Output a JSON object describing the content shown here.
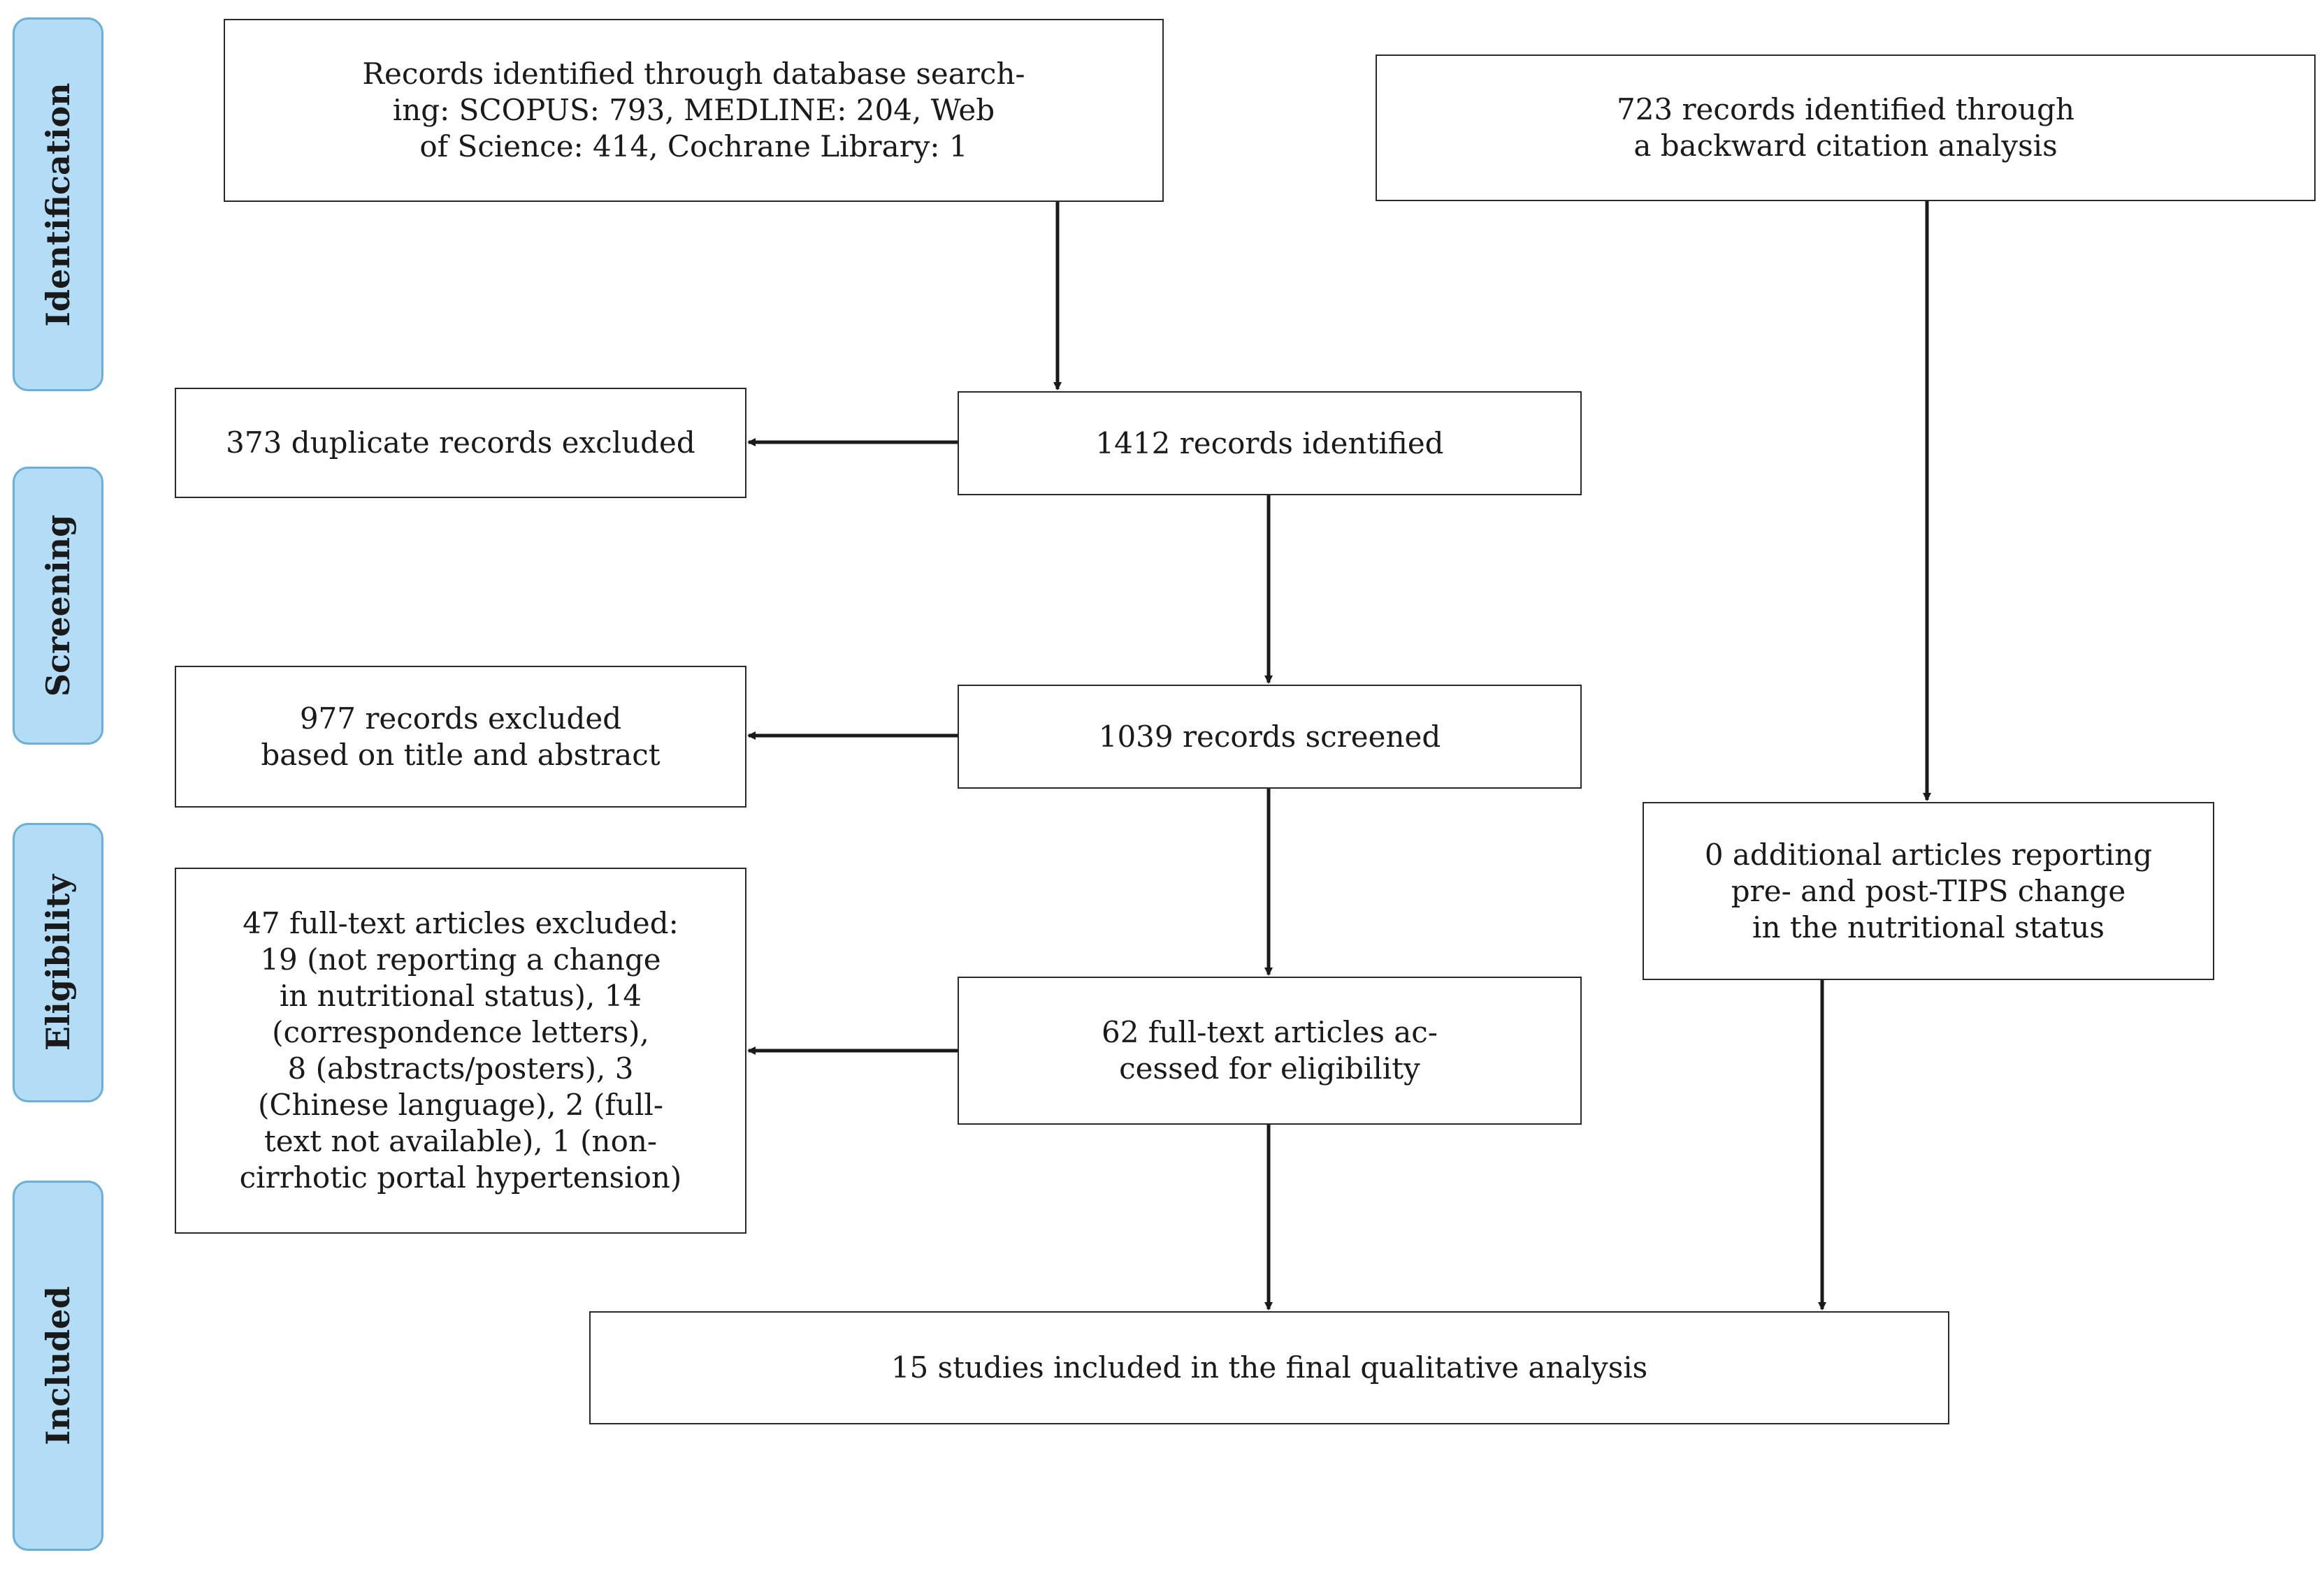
{
  "phases": {
    "identification": "Identification",
    "screening": "Screening",
    "eligibility": "Eligibility",
    "included": "Included"
  },
  "boxes": {
    "database_search": "Records identified through database search-\ning: SCOPUS: 793, MEDLINE: 204, Web\nof Science: 414, Cochrane Library: 1",
    "citation_analysis": "723 records identified through\na backward citation analysis",
    "records_identified": "1412 records identified",
    "duplicates_excluded": "373 duplicate records excluded",
    "records_screened": "1039 records screened",
    "records_excluded": "977 records excluded\nbased on title and abstract",
    "additional_articles": "0 additional articles reporting\npre- and post-TIPS change\nin the nutritional status",
    "fulltext_assessed": "62 full-text articles ac-\ncessed for eligibility",
    "fulltext_excluded": "47 full-text articles excluded:\n19 (not reporting a change\nin nutritional status), 14\n(correspondence letters),\n8 (abstracts/posters), 3\n(Chinese language), 2 (full-\ntext not available), 1 (non-\ncirrhotic portal hypertension)",
    "studies_included": "15 studies included in the final qualitative analysis"
  }
}
